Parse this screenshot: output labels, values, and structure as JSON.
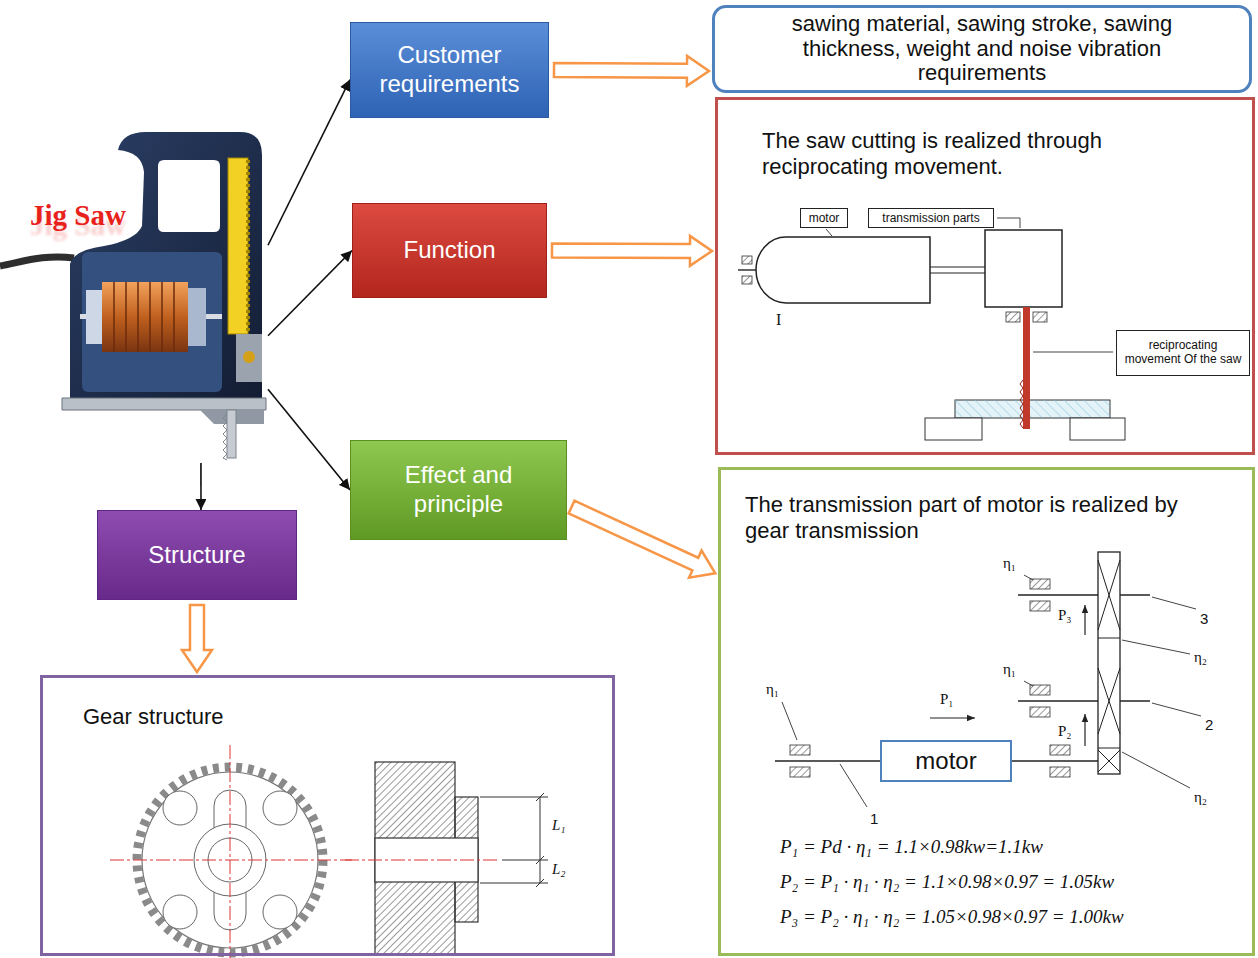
{
  "diagram": {
    "nodes": [
      {
        "text": [
          "Jig Saw"
        ]
      },
      {
        "text": [
          "Customer requirements"
        ]
      },
      {
        "text": [
          "Function"
        ]
      },
      {
        "text": [
          "Effect and principle"
        ]
      },
      {
        "text": [
          "Structure"
        ]
      },
      {
        "text": [
          "sawing material, sawing stroke, sawing thickness, weight and noise vibration requirements"
        ]
      },
      {
        "text": [
          "The saw cutting is realized through reciprocating movement."
        ]
      },
      {
        "text": [
          "motor"
        ],
        "in": 6
      },
      {
        "text": [
          "transmission parts"
        ],
        "in": 6
      },
      {
        "text": [
          "reciprocating movement Of the saw"
        ],
        "in": 6
      },
      {
        "text": [
          "The transmission part of motor is realized by gear transmission"
        ]
      },
      {
        "text": [
          "motor"
        ],
        "in": 10
      },
      {
        "text": [
          "Gear structure"
        ]
      }
    ],
    "edges": [
      {
        "from": 0,
        "to": 1,
        "arrow": "to"
      },
      {
        "from": 0,
        "to": 2,
        "arrow": "to"
      },
      {
        "from": 0,
        "to": 3,
        "arrow": "to"
      },
      {
        "from": 0,
        "to": 4,
        "arrow": "to"
      },
      {
        "from": 1,
        "to": 5,
        "arrow": "to"
      },
      {
        "from": 2,
        "to": 6,
        "arrow": "to"
      },
      {
        "from": 3,
        "to": 10,
        "arrow": "to"
      },
      {
        "from": 4,
        "to": 12,
        "arrow": "to"
      }
    ],
    "labels": [
      "I",
      "η₁",
      "P₁",
      "η₁",
      "P₃",
      "3",
      "η₁",
      "η₂",
      "2",
      "P₂",
      "η₂",
      "1",
      "P₁ = Pd · η₁ = 1.1×0.98kw=1.1kw",
      "P₂ = P₁ · η₁ · η₂ = 1.1×0.98×0.97 = 1.05kw",
      "P₃ = P₂ · η₁ · η₂ = 1.05×0.98×0.97 = 1.00kw",
      "L₁",
      "L₂"
    ]
  }
}
